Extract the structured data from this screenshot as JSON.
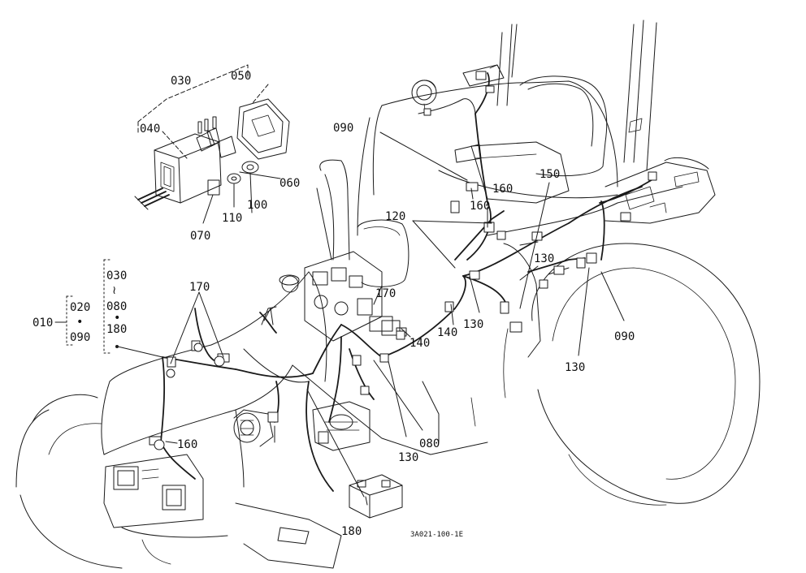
{
  "callouts": {
    "c010": "010",
    "c020": "020",
    "c030a": "030",
    "c030b": "030",
    "c040": "040",
    "c050": "050",
    "c060": "060",
    "c070": "070",
    "c080a": "080",
    "c080b": "080",
    "c090a": "090",
    "c090b": "090",
    "c090c": "090",
    "c100": "100",
    "c110": "110",
    "c120": "120",
    "c130a": "130",
    "c130b": "130",
    "c130c": "130",
    "c130d": "130",
    "c140a": "140",
    "c140b": "140",
    "c150": "150",
    "c160a": "160",
    "c160b": "160",
    "c160c": "160",
    "c170a": "170",
    "c170b": "170",
    "c180a": "180",
    "c180b": "180"
  },
  "symbols": {
    "range": "≀",
    "dot": "•"
  },
  "drawing_code": "3A021-100-1E"
}
